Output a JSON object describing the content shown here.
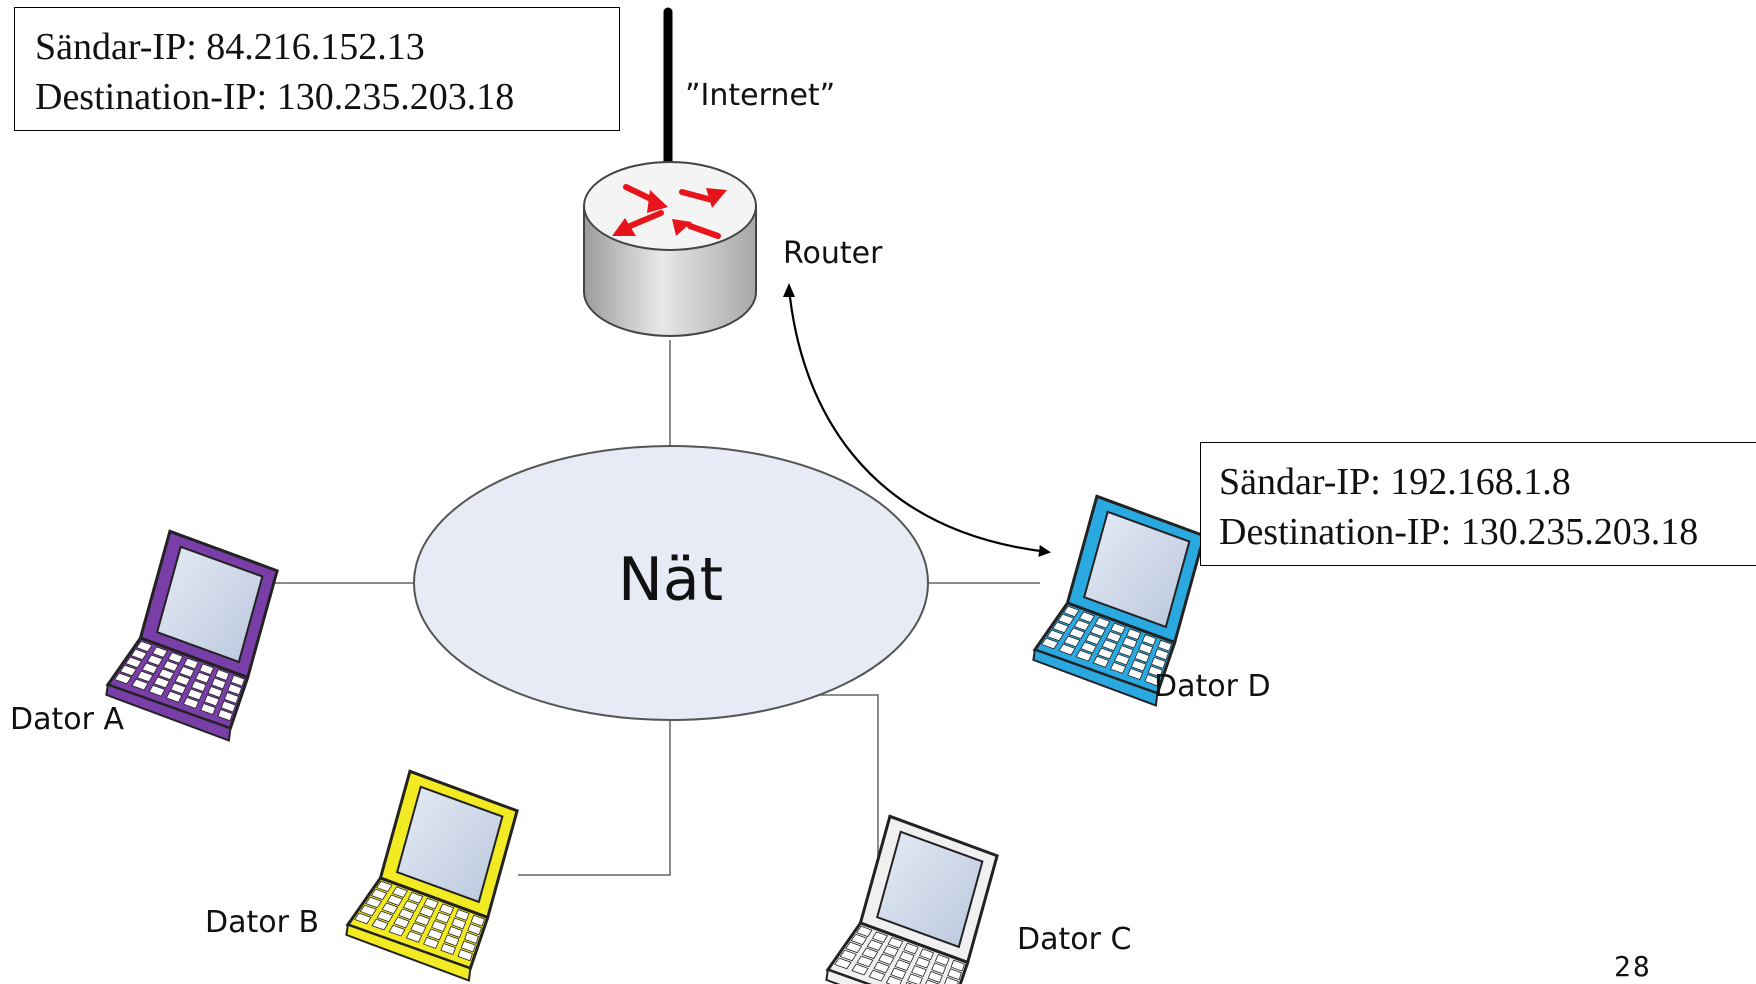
{
  "boxes": {
    "router_packet": {
      "sender_line": "Sändar-IP: 84.216.152.13",
      "dest_line": "Destination-IP: 130.235.203.18"
    },
    "dator_d_packet": {
      "sender_line": "Sändar-IP: 192.168.1.8",
      "dest_line": "Destination-IP: 130.235.203.18"
    }
  },
  "labels": {
    "internet": "”Internet”",
    "router": "Router",
    "network": "Nät",
    "dator_a": "Dator A",
    "dator_b": "Dator B",
    "dator_c": "Dator C",
    "dator_d": "Dator D"
  },
  "page_number": "28",
  "colors": {
    "network_fill": "#e6ebf5",
    "router_arrows": "#e8141b",
    "laptop_a": "#7a3ea8",
    "laptop_b": "#f2ea22",
    "laptop_c": "#f0f0f0",
    "laptop_d": "#2aa9e0"
  },
  "icons": [
    "router-icon",
    "laptop-icon"
  ]
}
